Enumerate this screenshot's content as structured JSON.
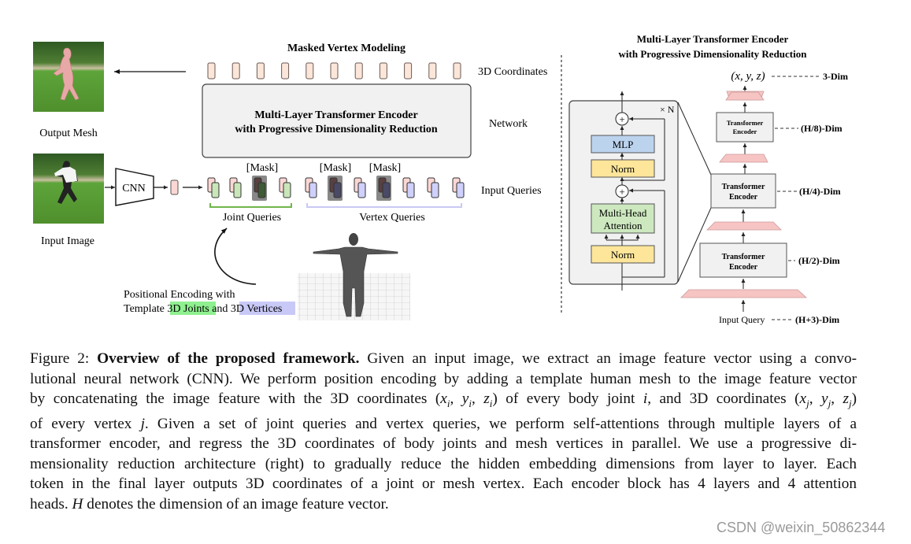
{
  "figure": {
    "left_panel": {
      "title": "Masked Vertex Modeling",
      "output_label": "Output Mesh",
      "input_label": "Input Image",
      "cnn_label": "CNN",
      "network_box_line1": "Multi-Layer Transformer Encoder",
      "network_box_line2": "with Progressive Dimensionality Reduction",
      "row_labels": {
        "coords": "3D Coordinates",
        "network": "Network",
        "queries": "Input Queries"
      },
      "mask_label": "[Mask]",
      "joint_queries_label": "Joint Queries",
      "vertex_queries_label": "Vertex Queries",
      "pos_enc_line1": "Positional Encoding with",
      "pos_enc_prefix": "Template ",
      "pos_enc_joints": "3D Joints",
      "pos_enc_and": " and ",
      "pos_enc_vertices": "3D Vertices",
      "output_token_count": 11,
      "joint_tokens": [
        false,
        false,
        true,
        false
      ],
      "vertex_tokens": [
        false,
        true,
        false,
        true,
        false,
        false,
        false
      ]
    },
    "right_panel": {
      "title_line1": "Multi-Layer Transformer Encoder",
      "title_line2": "with Progressive Dimensionality Reduction",
      "block_repeat": "× N",
      "mlp_label": "MLP",
      "norm_label": "Norm",
      "attention_line1": "Multi-Head",
      "attention_line2": "Attention",
      "encoder_line1": "Transformer",
      "encoder_line2": "Encoder",
      "output_label": "(x, y, z)",
      "input_label": "Input Query",
      "dims": [
        "3-Dim",
        "(H/8)-Dim",
        "(H/4)-Dim",
        "(H/2)-Dim",
        "(H+3)-Dim"
      ]
    },
    "colors": {
      "token_pink": "#fbd7d4",
      "token_peach": "#fbe6d9",
      "joint_green": "#c9e6b8",
      "vertex_lavender": "#cfd0fb",
      "mask_gray": "#6a6a6a",
      "mlp_blue": "#bcd3ee",
      "norm_yellow": "#fde59a",
      "attn_green": "#cde8bf",
      "box_gray": "#f1f1f1",
      "trapezoid_pink": "#f7c4c4",
      "highlight_green": "#8ff08f",
      "highlight_lavender": "#c9c9f7"
    }
  },
  "caption": {
    "lines": [
      {
        "segments": [
          {
            "t": "Figure 2: "
          },
          {
            "t": "Overview of the proposed framework.",
            "b": true
          },
          {
            "t": " Given an input image, we extract an image feature vector using a convo-"
          }
        ]
      },
      {
        "segments": [
          {
            "t": "lutional neural network (CNN). We perform position encoding by adding a template human mesh to the image feature vector"
          }
        ]
      },
      {
        "segments": [
          {
            "t": "by concatenating the image feature with the 3D coordinates ("
          },
          {
            "t": "x",
            "i": true
          },
          {
            "t": "i",
            "sub": true
          },
          {
            "t": ", "
          },
          {
            "t": "y",
            "i": true
          },
          {
            "t": "i",
            "sub": true
          },
          {
            "t": ", "
          },
          {
            "t": "z",
            "i": true
          },
          {
            "t": "i",
            "sub": true
          },
          {
            "t": ") of every body joint "
          },
          {
            "t": "i",
            "i": true
          },
          {
            "t": ", and 3D coordinates ("
          },
          {
            "t": "x",
            "i": true
          },
          {
            "t": "j",
            "sub": true
          },
          {
            "t": ", "
          },
          {
            "t": "y",
            "i": true
          },
          {
            "t": "j",
            "sub": true
          },
          {
            "t": ", "
          },
          {
            "t": "z",
            "i": true
          },
          {
            "t": "j",
            "sub": true
          },
          {
            "t": ")"
          }
        ]
      },
      {
        "segments": [
          {
            "t": "of every vertex "
          },
          {
            "t": "j",
            "i": true
          },
          {
            "t": ".  Given a set of joint queries and vertex queries, we perform self-attentions through multiple layers of a"
          }
        ]
      },
      {
        "segments": [
          {
            "t": "transformer encoder, and regress the 3D coordinates of body joints and mesh vertices in parallel.  We use a progressive di-"
          }
        ]
      },
      {
        "segments": [
          {
            "t": "mensionality reduction architecture (right) to gradually reduce the hidden embedding dimensions from layer to layer.  Each"
          }
        ]
      },
      {
        "segments": [
          {
            "t": "token in the final layer outputs 3D coordinates of a joint or mesh vertex.  Each encoder block has 4 layers and 4 attention"
          }
        ]
      },
      {
        "segments": [
          {
            "t": "heads. "
          },
          {
            "t": "H",
            "i": true
          },
          {
            "t": " denotes the dimension of an image feature vector."
          }
        ]
      }
    ]
  },
  "watermark": "CSDN @weixin_50862344"
}
